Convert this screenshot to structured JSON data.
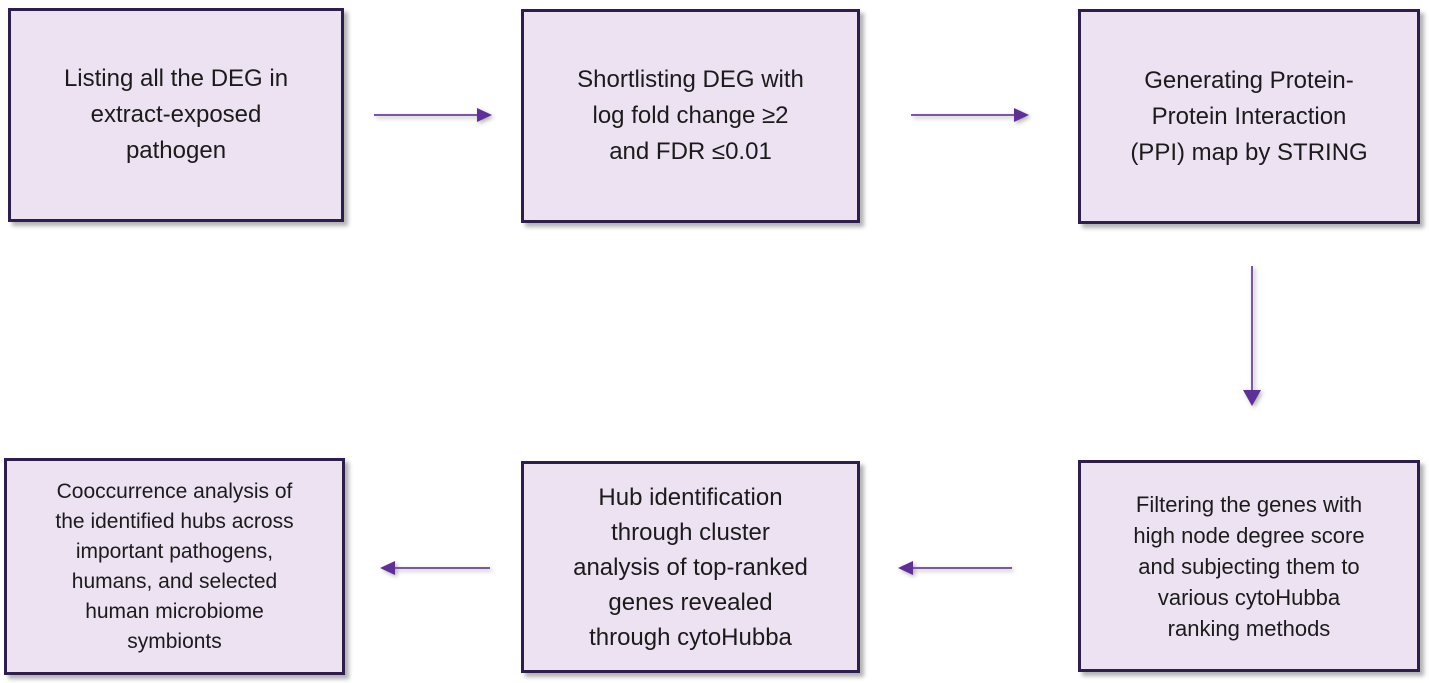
{
  "figure": {
    "type": "flowchart",
    "description_visible": false
  },
  "colors": {
    "box_fill": "#ece2f1",
    "box_border": "#2e1e4e",
    "arrow": "#7d55a5",
    "arrow_head": "#5e2f96",
    "text": "#1b1b1b",
    "bg": "#ffffff"
  },
  "steps": [
    {
      "id": 1,
      "text": "Listing all the DEG in\nextract-exposed\npathogen"
    },
    {
      "id": 2,
      "text": "Shortlisting DEG with\nlog fold change ≥2\nand FDR ≤0.01"
    },
    {
      "id": 3,
      "text": "Generating Protein-\nProtein Interaction\n(PPI) map by STRING"
    },
    {
      "id": 4,
      "text": "Filtering the genes with\nhigh node degree score\nand subjecting them to\nvarious cytoHubba\nranking methods"
    },
    {
      "id": 5,
      "text": "Hub identification\nthrough cluster\nanalysis of top-ranked\ngenes revealed\nthrough cytoHubba"
    },
    {
      "id": 6,
      "text": "Cooccurrence analysis of\nthe identified hubs across\nimportant pathogens,\nhumans, and selected\nhuman microbiome\nsymbionts"
    }
  ],
  "arrows": [
    {
      "from": 1,
      "to": 2,
      "direction": "right"
    },
    {
      "from": 2,
      "to": 3,
      "direction": "right"
    },
    {
      "from": 3,
      "to": 4,
      "direction": "down"
    },
    {
      "from": 4,
      "to": 5,
      "direction": "left"
    },
    {
      "from": 5,
      "to": 6,
      "direction": "left"
    }
  ]
}
